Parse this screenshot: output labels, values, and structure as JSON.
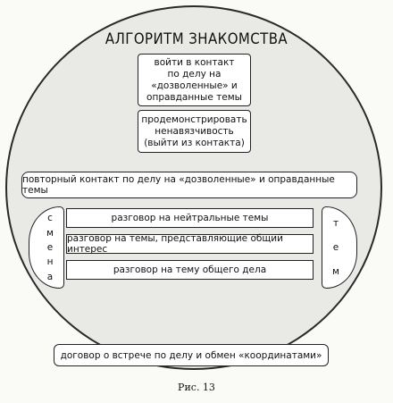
{
  "title": "АЛГОРИТМ ЗНАКОМСТВА",
  "boxes": {
    "enter_contact": [
      "войти в контакт",
      "по делу на",
      "«дозволенные» и",
      "оправданные темы"
    ],
    "demonstrate": [
      "продемонстрировать",
      "ненавязчивость",
      "(выйти из контакта)"
    ]
  },
  "repeat_contact": "повторный контакт по делу на «дозволенные» и оправданные темы",
  "left_bracket_letters": [
    "с",
    "м",
    "е",
    "н",
    "а"
  ],
  "right_bracket_letters": [
    "т",
    "е",
    "м"
  ],
  "rows": [
    "разговор на нейтральные темы",
    "разговор на темы, представляющие общий интерес",
    "разговор на тему общего дела"
  ],
  "final_step": "договор о встрече по делу и обмен «координатами»",
  "caption": "Рис. 13"
}
